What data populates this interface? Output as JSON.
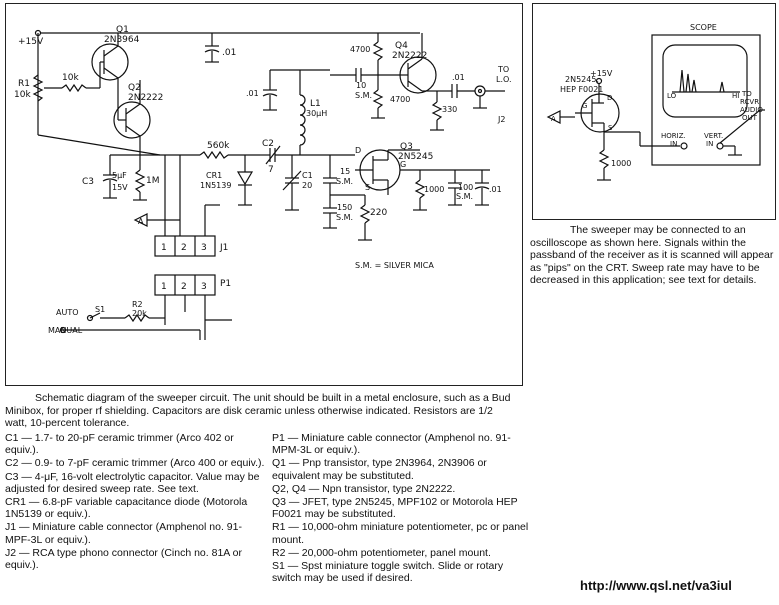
{
  "labels": {
    "v15": "+15V",
    "q1": "Q1",
    "q1_part": "2N3964",
    "q2": "Q2",
    "q2_part": "2N2222",
    "q3": "Q3",
    "q3_part": "2N5245",
    "q4": "Q4",
    "q4_part": "2N2222",
    "r1": "R1",
    "r1_val": "10k",
    "r_10k": "10k",
    "c_01a": ".01",
    "c_01b": ".01",
    "c_01c": ".01",
    "r_1m": "1M",
    "c3": "C3",
    "c3_val1": "5μF",
    "c3_val2": "15V",
    "l1": "L1",
    "l1_val": "30μH",
    "r_560k": "560k",
    "c2": "C2",
    "c2_val": "7",
    "cr1": "CR1",
    "cr1_part": "1N5139",
    "c1": "C1",
    "c1_val": "20",
    "c_15": "15",
    "c_15sm": "S.M.",
    "c_150": "150",
    "c_150sm": "S.M.",
    "r_220": "220",
    "r_4700a": "4700",
    "r_4700b": "4700",
    "c_10": "10",
    "c_10sm": "S.M.",
    "r_330": "330",
    "r_1000": "1000",
    "c_100": "100",
    "c_100sm": "S.M.",
    "to_lo": "TO",
    "to_lo2": "L.O.",
    "j2": "J2",
    "j1": "J1",
    "p1": "P1",
    "r2": "R2",
    "r2_val": "20k",
    "s1": "S1",
    "auto": "AUTO",
    "manual": "MANUAL",
    "a_marker": "A",
    "d": "D",
    "g": "G",
    "s": "S",
    "pin1": "1",
    "pin2": "2",
    "pin3": "3",
    "sm_note": "S.M. = SILVER MICA"
  },
  "scope_labels": {
    "scope": "SCOPE",
    "lo": "LO",
    "hi": "HI",
    "q_part1": "2N5245,",
    "q_part2": "HEP F0021",
    "v15": "+15V",
    "d": "D",
    "g": "G",
    "s": "S",
    "r_1000": "1000",
    "horiz": "HORIZ.",
    "horiz_in": "IN",
    "vert": "VERT.",
    "vert_in": "IN",
    "to": "TO",
    "rcvr": "RCVR",
    "audio": "AUDIO",
    "out": "OUT",
    "a_marker": "A"
  },
  "right_caption": "The sweeper may be connected to an oscilloscope as shown here. Signals within the passband of the receiver as it is scanned will appear as \"pips\" on the CRT. Sweep rate may have to be decreased in this application; see text for details.",
  "caption": "Schematic diagram of the sweeper circuit. The unit should be built in a metal enclosure, such as a Bud Minibox, for proper rf shielding. Capacitors are disk ceramic unless otherwise indicated. Resistors are 1/2 watt, 10-percent tolerance.",
  "parts_left": [
    "C1 — 1.7- to 20-pF ceramic trimmer (Arco 402 or equiv.).",
    "C2 — 0.9- to 7-pF ceramic trimmer (Arco 400 or equiv.).",
    "C3 — 4-μF, 16-volt electrolytic capacitor. Value may be adjusted for desired sweep rate. See text.",
    "CR1 — 6.8-pF variable capacitance diode (Motorola 1N5139 or equiv.).",
    "J1 — Miniature cable connector (Amphenol no. 91-MPF-3L or equiv.).",
    "J2 — RCA type phono connector (Cinch no. 81A or equiv.)."
  ],
  "parts_right": [
    "P1 — Miniature cable connector (Amphenol no. 91-MPM-3L or equiv.).",
    "Q1 — Pnp transistor, type 2N3964, 2N3906 or equivalent may be substituted.",
    "Q2, Q4 — Npn transistor, type 2N2222.",
    "Q3 — JFET, type 2N5245, MPF102 or Motorola HEP F0021 may be substituted.",
    "R1 — 10,000-ohm miniature potentiometer, pc or panel mount.",
    "R2 — 20,000-ohm potentiometer, panel mount.",
    "S1 — Spst miniature toggle switch. Slide or rotary switch may be used if desired."
  ],
  "url": "http://www.qsl.net/va3iul"
}
